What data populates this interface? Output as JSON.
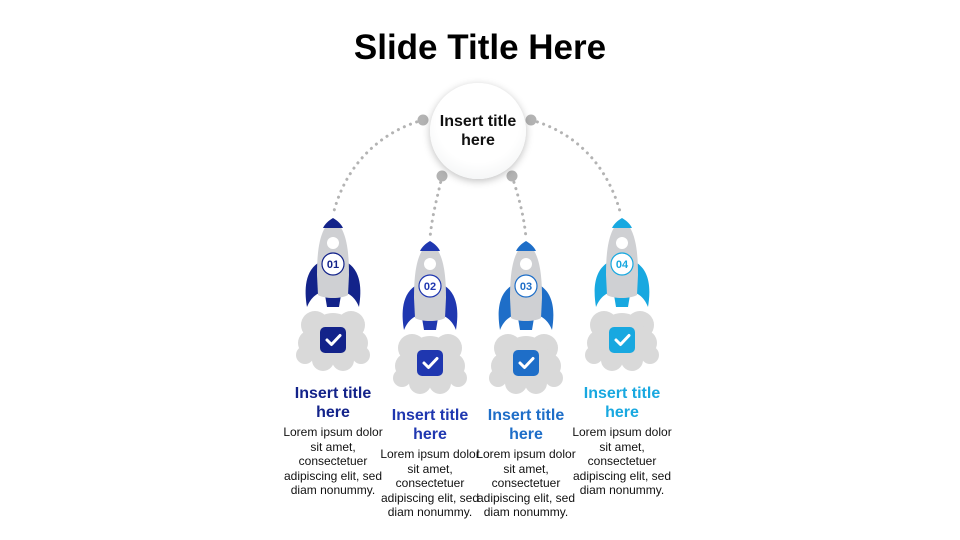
{
  "slide": {
    "title": "Slide Title Here"
  },
  "hub": {
    "title": "Insert title here"
  },
  "colors": {
    "item1": "#13238a",
    "item2": "#1f37b0",
    "item3": "#1e6ec8",
    "item4": "#18a8e0",
    "cloud": "#d9d9d9",
    "rocket_body": "#cfd0d3",
    "connector": "#b3b3b3"
  },
  "items": [
    {
      "number": "01",
      "title": "Insert title here",
      "body": "Lorem ipsum dolor sit amet, consectetuer adipiscing elit, sed diam nonummy.",
      "icon": "check-icon"
    },
    {
      "number": "02",
      "title": "Insert title here",
      "body": "Lorem ipsum dolor sit amet, consectetuer adipiscing elit, sed diam nonummy.",
      "icon": "check-icon"
    },
    {
      "number": "03",
      "title": "Insert title here",
      "body": "Lorem ipsum dolor sit amet, consectetuer adipiscing elit, sed diam nonummy.",
      "icon": "check-icon"
    },
    {
      "number": "04",
      "title": "Insert title here",
      "body": "Lorem ipsum dolor sit amet, consectetuer adipiscing elit, sed diam nonummy.",
      "icon": "check-icon"
    }
  ]
}
